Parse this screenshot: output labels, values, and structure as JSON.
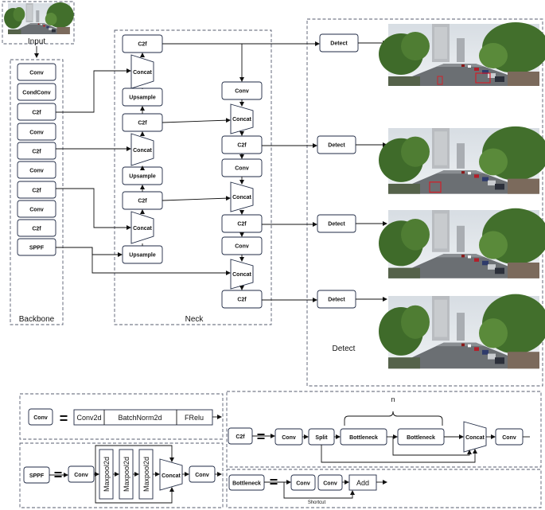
{
  "labels": {
    "input": "Input",
    "backbone": "Backbone",
    "neck": "Neck",
    "detect_section": "Detect",
    "n": "n",
    "shortcut": "Shortcut",
    "equals": "="
  },
  "backbone": [
    "Conv",
    "CondConv",
    "C2f",
    "Conv",
    "C2f",
    "Conv",
    "C2f",
    "Conv",
    "C2f",
    "SPPF"
  ],
  "neck_left": [
    "C2f",
    "Concat",
    "Upsample",
    "C2f",
    "Concat",
    "Upsample",
    "C2f",
    "Concat",
    "Upsample"
  ],
  "neck_right": [
    "Conv",
    "Concat",
    "C2f",
    "Conv",
    "Concat",
    "C2f",
    "Conv",
    "Concat",
    "C2f"
  ],
  "detect": [
    "Detect",
    "Detect",
    "Detect",
    "Detect"
  ],
  "legend": {
    "conv": {
      "name": "Conv",
      "parts": [
        "Conv2d",
        "BatchNorm2d",
        "FRelu"
      ]
    },
    "sppf": {
      "name": "SPPF",
      "conv": "Conv",
      "pools": [
        "Maxpool2d",
        "Maxpool2d",
        "Maxpool2d"
      ],
      "concat": "Concat",
      "conv_out": "Conv"
    },
    "c2f": {
      "name": "C2f",
      "conv": "Conv",
      "split": "Split",
      "bottlenecks": [
        "Bottleneck",
        "Bottleneck"
      ],
      "concat": "Concat",
      "conv_out": "Conv"
    },
    "bottleneck": {
      "name": "Bottleneck",
      "convs": [
        "Conv",
        "Conv"
      ],
      "add": "Add"
    }
  }
}
